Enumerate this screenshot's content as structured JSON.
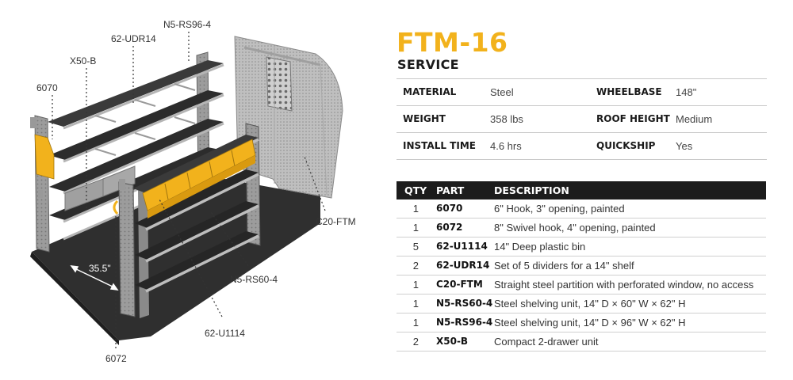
{
  "product": {
    "model": "FTM-16",
    "category": "SERVICE"
  },
  "specs": [
    {
      "label": "MATERIAL",
      "value": "Steel",
      "label2": "WHEELBASE",
      "value2": "148\""
    },
    {
      "label": "WEIGHT",
      "value": "358 lbs",
      "label2": "ROOF HEIGHT",
      "value2": "Medium"
    },
    {
      "label": "INSTALL TIME",
      "value": "4.6 hrs",
      "label2": "QUICKSHIP",
      "value2": "Yes"
    }
  ],
  "parts_table": {
    "headers": {
      "qty": "QTY",
      "part": "PART",
      "description": "DESCRIPTION"
    },
    "rows": [
      {
        "qty": "1",
        "part": "6070",
        "description": "6\" Hook, 3\" opening, painted"
      },
      {
        "qty": "1",
        "part": "6072",
        "description": "8\" Swivel hook, 4\" opening, painted"
      },
      {
        "qty": "5",
        "part": "62-U1114",
        "description": "14\" Deep plastic bin"
      },
      {
        "qty": "2",
        "part": "62-UDR14",
        "description": "Set of 5 dividers for a 14\" shelf"
      },
      {
        "qty": "1",
        "part": "C20-FTM",
        "description": "Straight steel partition with perforated window, no access"
      },
      {
        "qty": "1",
        "part": "N5-RS60-4",
        "description": "Steel shelving unit, 14\" D × 60\" W × 62\" H"
      },
      {
        "qty": "1",
        "part": "N5-RS96-4",
        "description": "Steel shelving unit, 14\" D × 96\" W × 62\" H"
      },
      {
        "qty": "2",
        "part": "X50-B",
        "description": "Compact 2-drawer unit"
      }
    ]
  },
  "illustration": {
    "callouts": {
      "n5_rs96": "N5-RS96-4",
      "udr14": "62-UDR14",
      "x50b": "X50-B",
      "hook6070": "6070",
      "c20": "C20-FTM",
      "n5_rs60": "N5-RS60-4",
      "u1114": "62-U1114",
      "hook6072": "6072",
      "dimension": "35.5\""
    },
    "colors": {
      "accent": "#f2b21c",
      "frame": "#9a9a9a",
      "dark": "#2b2b2b"
    }
  }
}
